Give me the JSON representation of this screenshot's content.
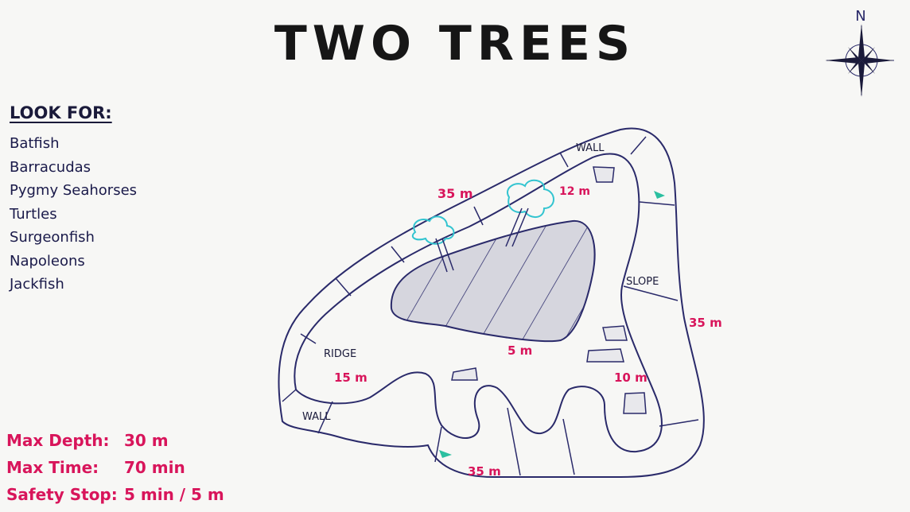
{
  "title": "TWO TREES",
  "look_for": {
    "heading": "LOOK FOR:",
    "items": [
      "Batfish",
      "Barracudas",
      "Pygmy Seahorses",
      "Turtles",
      "Surgeonfish",
      "Napoleons",
      "Jackfish"
    ]
  },
  "dive_info": {
    "max_depth_label": "Max Depth:",
    "max_depth_value": "30 m",
    "max_time_label": "Max Time:",
    "max_time_value": "70 min",
    "safety_stop_label": "Safety Stop:",
    "safety_stop_value": "5 min / 5 m"
  },
  "compass": {
    "north_label": "N"
  },
  "map_labels": {
    "wall_top": "WALL",
    "wall_bottom": "WALL",
    "slope": "SLOPE",
    "ridge": "RIDGE",
    "depth_35_top": "35 m",
    "depth_12": "12 m",
    "depth_35_right": "35 m",
    "depth_5": "5 m",
    "depth_15": "15 m",
    "depth_10": "10 m",
    "depth_35_bottom": "35 m"
  },
  "colors": {
    "outline": "#2a2a6a",
    "depth_text": "#d8155b",
    "tree": "#33c4d0",
    "reef_fill": "#d6d6de",
    "fish": "#2bbfa0"
  }
}
